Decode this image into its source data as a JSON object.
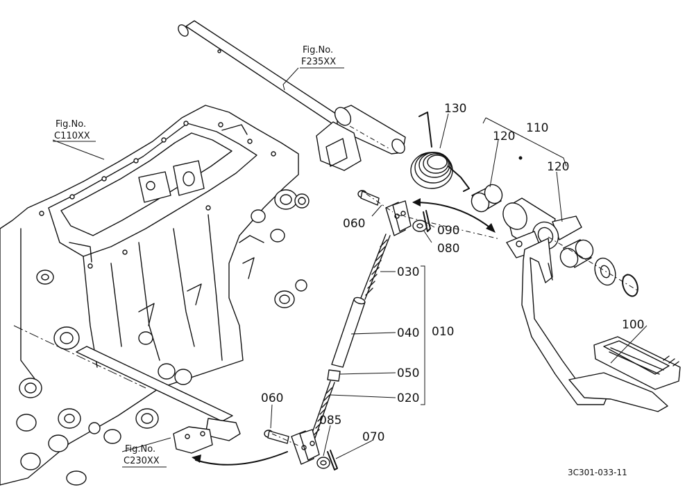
{
  "references": {
    "f235": {
      "prefix": "Fig.No.",
      "code": "F235XX"
    },
    "c110": {
      "prefix": "Fig.No.",
      "code": "C110XX"
    },
    "c230": {
      "prefix": "Fig.No.",
      "code": "C230XX"
    }
  },
  "parts": {
    "p130": "130",
    "p110": "110",
    "p120a": "120",
    "p120b": "120",
    "p060a": "060",
    "p090": "090",
    "p080": "080",
    "p030": "030",
    "p040": "040",
    "p010": "010",
    "p050": "050",
    "p020": "020",
    "p100": "100",
    "p060b": "060",
    "p085": "085",
    "p070": "070"
  },
  "drawing_code": "3C301-033-11"
}
